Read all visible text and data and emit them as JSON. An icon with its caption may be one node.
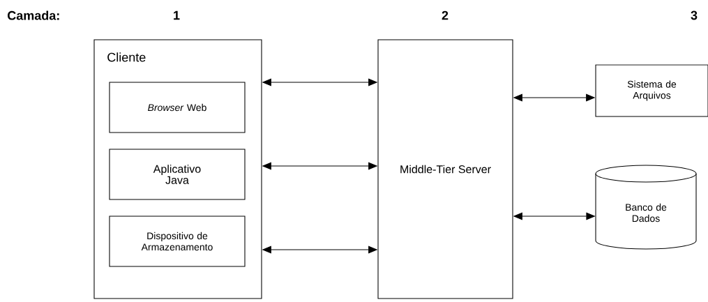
{
  "diagram": {
    "nodes": [
      {
        "text": [
          "Cliente"
        ]
      },
      {
        "text": [
          "*Browser* Web"
        ],
        "in": 0
      },
      {
        "text": [
          "Aplicativo Java"
        ],
        "in": 0
      },
      {
        "text": [
          "Dispositivo de Armazenamento"
        ],
        "in": 0
      },
      {
        "text": [
          "Middle-Tier Server"
        ]
      },
      {
        "text": [
          "Sistema de Arquivos"
        ]
      },
      {
        "text": [
          "Banco de Dados"
        ]
      }
    ],
    "edges": [
      {
        "from": 0,
        "to": 4,
        "arrow": "both"
      },
      {
        "from": 0,
        "to": 4,
        "arrow": "both"
      },
      {
        "from": 0,
        "to": 4,
        "arrow": "both"
      },
      {
        "from": 4,
        "to": 5,
        "arrow": "both"
      },
      {
        "from": 4,
        "to": 6,
        "arrow": "both"
      }
    ],
    "labels": [
      "Camada:",
      "1",
      "2",
      "3"
    ]
  }
}
